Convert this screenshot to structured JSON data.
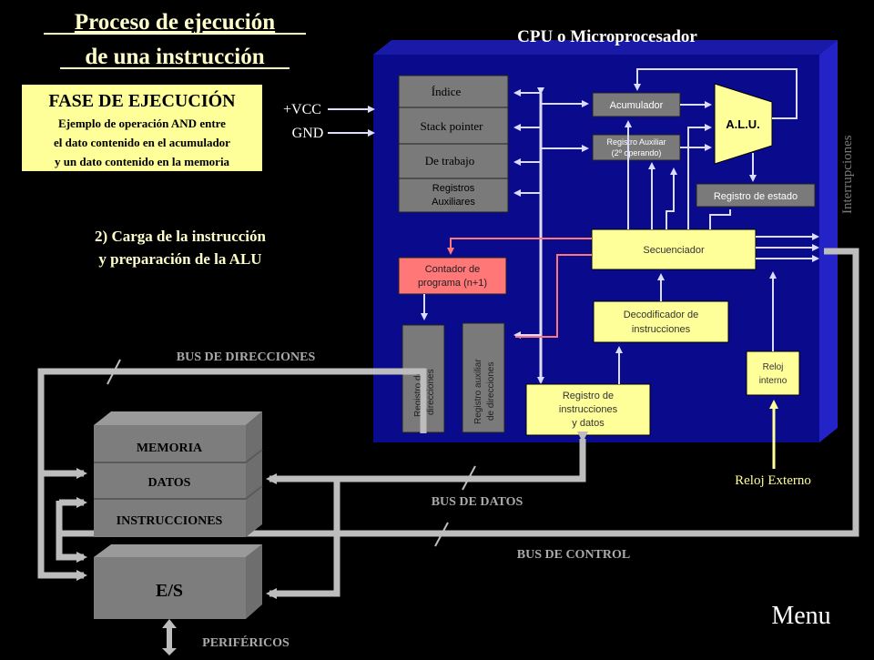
{
  "title": {
    "line1": "Proceso de  ejecución",
    "line2": "de una instrucción"
  },
  "phase_box": {
    "heading": "FASE DE EJECUCIÓN",
    "line1": "Ejemplo de operación AND entre",
    "line2": "el dato  contenido en el acumulador",
    "line3": "y un dato contenido en la memoria"
  },
  "step": {
    "line1": "2) Carga de la instrucción",
    "line2": "y preparación de la ALU"
  },
  "cpu_title": "CPU o Microprocesador",
  "power": {
    "vcc": "+VCC",
    "gnd": "GND"
  },
  "registers": {
    "indice": "Índice",
    "stack_pointer": "Stack pointer",
    "de_trabajo": "De trabajo",
    "aux_line1": "Registros",
    "aux_line2": "Auxiliares"
  },
  "acumulador": "Acumulador",
  "reg_aux_line1": "Registro Auxiliar",
  "reg_aux_line2": "(2º operando)",
  "alu": "A.L.U.",
  "registro_estado": "Registro de estado",
  "interrupciones": "Interrupciones",
  "secuenciador": "Secuenciador",
  "contador_line1": "Contador de",
  "contador_line2": "programa (n+1)",
  "decodificador_line1": "Decodificador de",
  "decodificador_line2": "instrucciones",
  "reloj_interno_line1": "Reloj",
  "reloj_interno_line2": "interno",
  "reg_direcciones_line1": "Registro de",
  "reg_direcciones_line2": "direcciones",
  "reg_aux_dir_line1": "Registro auxiliar",
  "reg_aux_dir_line2": "de direcciones",
  "reg_instr_line1": "Registro de",
  "reg_instr_line2": "instrucciones",
  "reg_instr_line3": "y datos",
  "reloj_externo": "Reloj Externo",
  "bus_direcciones": "BUS DE DIRECCIONES",
  "bus_datos": "BUS DE DATOS",
  "bus_control": "BUS DE CONTROL",
  "memoria": {
    "title": "MEMORIA",
    "datos": "DATOS",
    "instrucciones": "INSTRUCCIONES"
  },
  "es": "E/S",
  "perifericos": "PERIFÉRICOS",
  "menu": "Menu",
  "colors": {
    "cpu_front": "#0a0a8c",
    "cpu_side": "#2020c8",
    "yellow_box": "#ffff99",
    "title": "#ffffcc",
    "pink_box": "#ff7777",
    "gray_box": "#7a7a7a",
    "arrow_light": "#dcdcff",
    "arrow_pink": "#ff7777",
    "bus_gray": "#bdbdbd"
  }
}
